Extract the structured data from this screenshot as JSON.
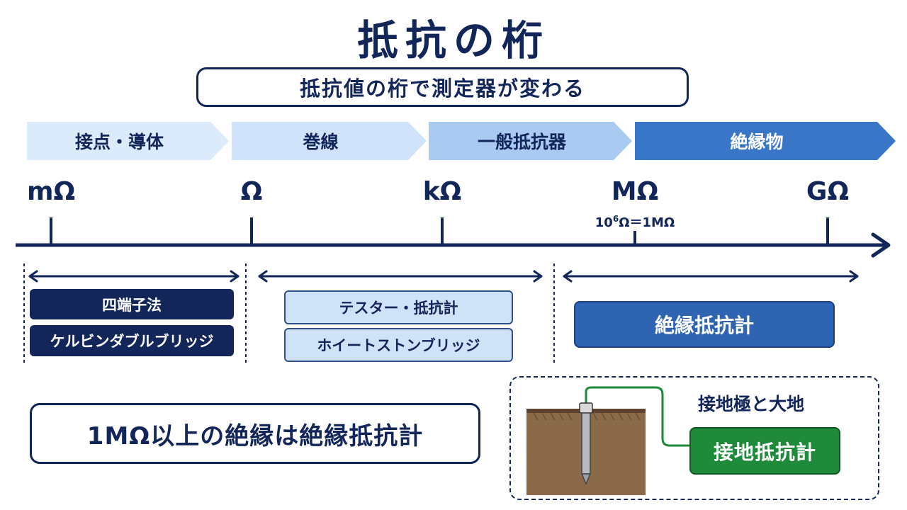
{
  "title": "抵抗の桁",
  "subtitle": "抵抗値の桁で測定器が変わる",
  "categories": [
    {
      "label": "接点・導体",
      "color": "#dcebfb",
      "text_color": "#12265a"
    },
    {
      "label": "巻線",
      "color": "#cfe3fa",
      "text_color": "#12265a"
    },
    {
      "label": "一般抵抗器",
      "color": "#a9cbf2",
      "text_color": "#12265a"
    },
    {
      "label": "絶縁物",
      "color": "#3a76c8",
      "text_color": "#ffffff"
    }
  ],
  "units": [
    "mΩ",
    "Ω",
    "kΩ",
    "MΩ",
    "GΩ"
  ],
  "unit_note": {
    "base": "10",
    "exp": "6",
    "rest": "Ω＝1MΩ"
  },
  "methods": {
    "low": [
      "四端子法",
      "ケルビンダブルブリッジ"
    ],
    "mid": [
      "テスター・抵抗計",
      "ホイートストンブリッジ"
    ],
    "high": [
      "絶縁抵抗計"
    ]
  },
  "conclusion": "1MΩ以上の絶縁は絶縁抵抗計",
  "ground": {
    "title": "接地極と大地",
    "meter": "接地抵抗計"
  },
  "colors": {
    "navy": "#12265a",
    "blue": "#2f64b3",
    "green": "#1e8a3a",
    "soil": "#8b6a4a"
  }
}
